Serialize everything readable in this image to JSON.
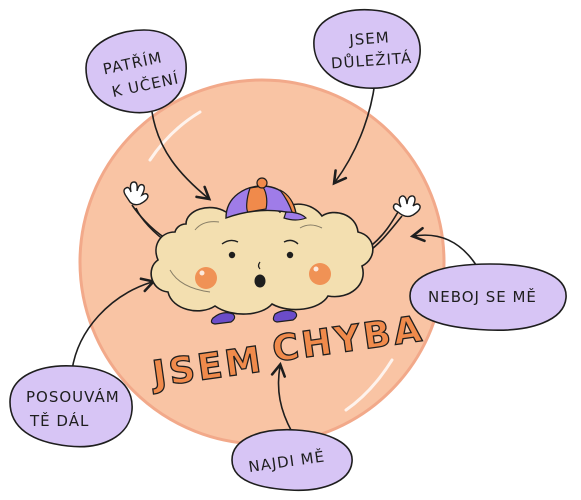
{
  "colors": {
    "circle_fill": "#f9c4a4",
    "circle_stroke": "#f2a98a",
    "bubble_fill": "#d7c5f5",
    "bubble_stroke": "#1e1e1e",
    "cloud_fill": "#f3dfb0",
    "cheek": "#f08a4b",
    "title_fill": "#f08a4b",
    "hat_purple": "#9f7ce8",
    "hat_orange": "#f08a4b",
    "feet": "#6b4cc9"
  },
  "character": {
    "name_icon": "cloud-character-icon"
  },
  "title": {
    "word1": "JSEM",
    "word2": "CHYBA"
  },
  "bubbles": {
    "patrim": {
      "line1": "PATŘÍM",
      "line2": "K UČENÍ"
    },
    "dulezita": {
      "line1": "JSEM",
      "line2": "DŮLEŽITÁ"
    },
    "neboj": {
      "line1": "NEBOJ SE MĚ"
    },
    "posouvam": {
      "line1": "POSOUVÁM",
      "line2": "TĚ DÁL"
    },
    "najdi": {
      "line1": "NAJDI MĚ"
    }
  }
}
